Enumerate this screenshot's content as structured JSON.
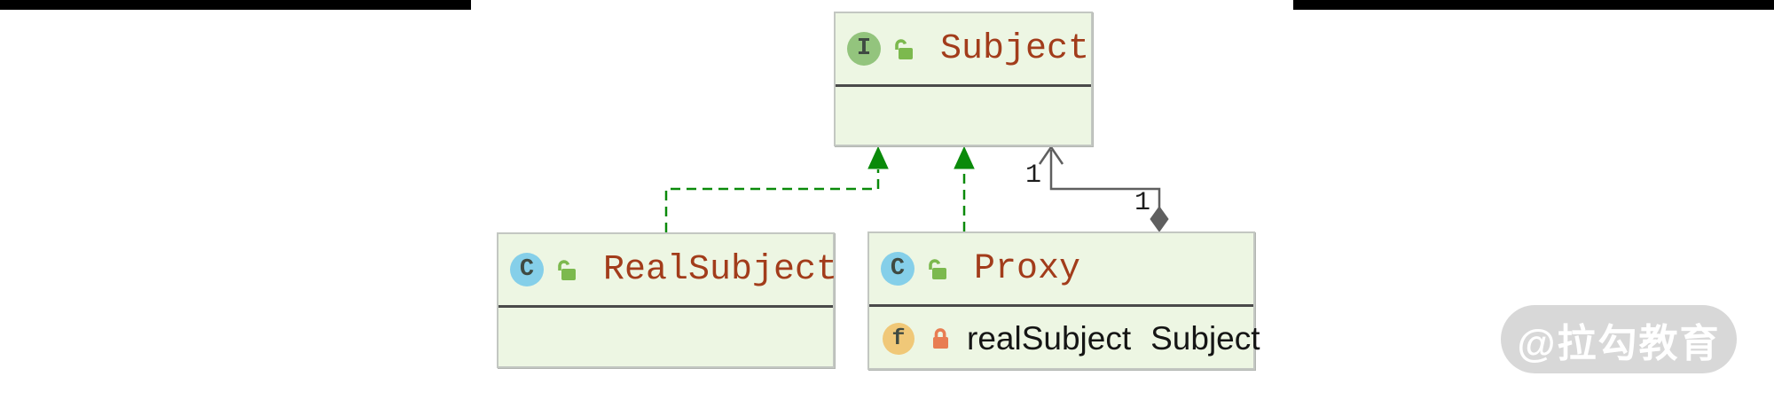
{
  "colors": {
    "node_fill": "#edf6e3",
    "node_border": "#c3c7c2",
    "separator": "#4a4a4a",
    "class_name_text": "#a23c1b",
    "field_text": "#151515",
    "interface_badge_bg": "#93c47d",
    "class_badge_bg": "#85cfe9",
    "field_badge_bg": "#f0c878",
    "badge_letter": "#3f4a42",
    "lock_open": "#7cb94e",
    "lock_closed": "#e87d52",
    "implements_edge": "#0a8a0a",
    "aggregation_edge": "#5f5f5f",
    "multiplicity_text": "#1c1c1c",
    "watermark_bg": "#d8d8d8",
    "watermark_text": "#ffffff",
    "top_bar": "#000000"
  },
  "nodes": {
    "subject": {
      "kind": "interface",
      "badge": "I",
      "name": "Subject",
      "visibility": "public"
    },
    "realsubject": {
      "kind": "class",
      "badge": "C",
      "name": "RealSubject",
      "visibility": "public"
    },
    "proxy": {
      "kind": "class",
      "badge": "C",
      "name": "Proxy",
      "visibility": "public",
      "fields": [
        {
          "badge": "f",
          "visibility": "private",
          "name": "realSubject",
          "type": "Subject"
        }
      ]
    }
  },
  "edges": {
    "realsubject_implements_subject": {
      "type": "realization",
      "from": "RealSubject",
      "to": "Subject"
    },
    "proxy_implements_subject": {
      "type": "realization",
      "from": "Proxy",
      "to": "Subject"
    },
    "proxy_aggregates_subject": {
      "type": "aggregation",
      "from": "Proxy",
      "to": "Subject",
      "source_multiplicity": "1",
      "target_multiplicity": "1"
    }
  },
  "watermark": {
    "text": "@拉勾教育"
  }
}
